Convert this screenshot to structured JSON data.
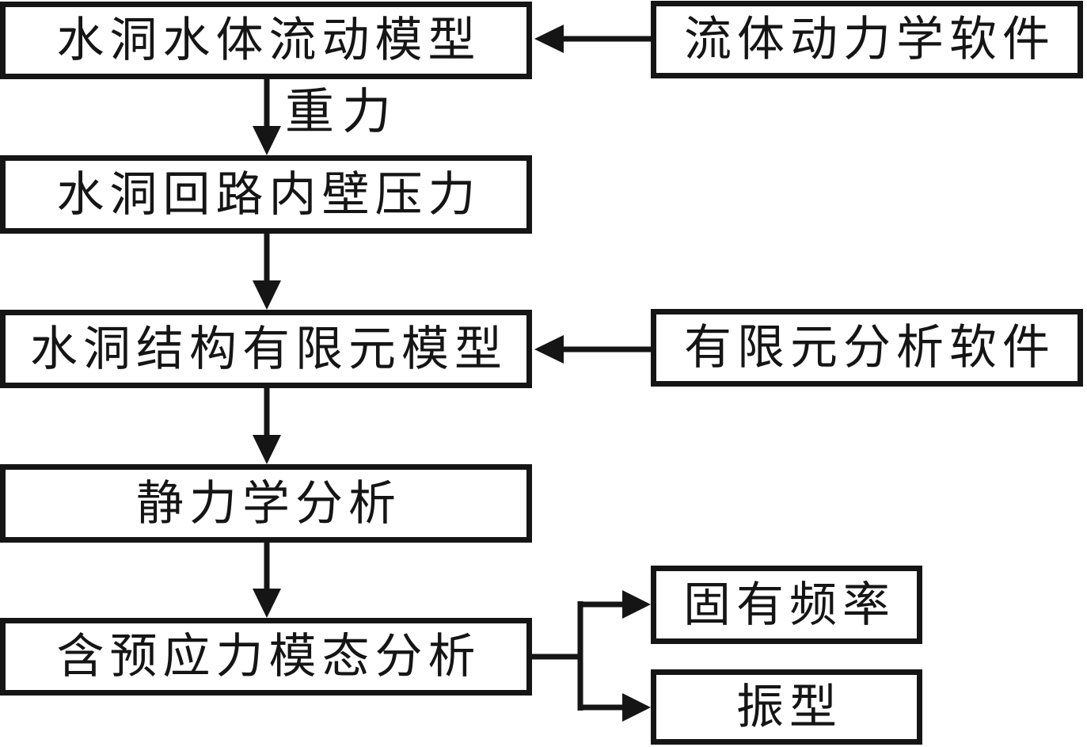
{
  "diagram": {
    "background_color": "#ffffff",
    "line_color": "#151515",
    "text_color": "#151515",
    "nodes": {
      "flow_model": {
        "label": "水洞水体流动模型"
      },
      "cfd_software": {
        "label": "流体动力学软件"
      },
      "wall_pressure": {
        "label": "水洞回路内壁压力"
      },
      "fe_model": {
        "label": "水洞结构有限元模型"
      },
      "fea_software": {
        "label": "有限元分析软件"
      },
      "static_analysis": {
        "label": "静力学分析"
      },
      "modal_analysis": {
        "label": "含预应力模态分析"
      },
      "natural_frequency": {
        "label": "固有频率"
      },
      "mode_shape": {
        "label": "振型"
      }
    },
    "edge_labels": {
      "gravity": "重力"
    },
    "edges": [
      {
        "from": "cfd_software",
        "to": "flow_model",
        "label": ""
      },
      {
        "from": "flow_model",
        "to": "wall_pressure",
        "label": "重力"
      },
      {
        "from": "wall_pressure",
        "to": "fe_model",
        "label": ""
      },
      {
        "from": "fea_software",
        "to": "fe_model",
        "label": ""
      },
      {
        "from": "fe_model",
        "to": "static_analysis",
        "label": ""
      },
      {
        "from": "static_analysis",
        "to": "modal_analysis",
        "label": ""
      },
      {
        "from": "modal_analysis",
        "to": "natural_frequency",
        "label": ""
      },
      {
        "from": "modal_analysis",
        "to": "mode_shape",
        "label": ""
      }
    ]
  }
}
